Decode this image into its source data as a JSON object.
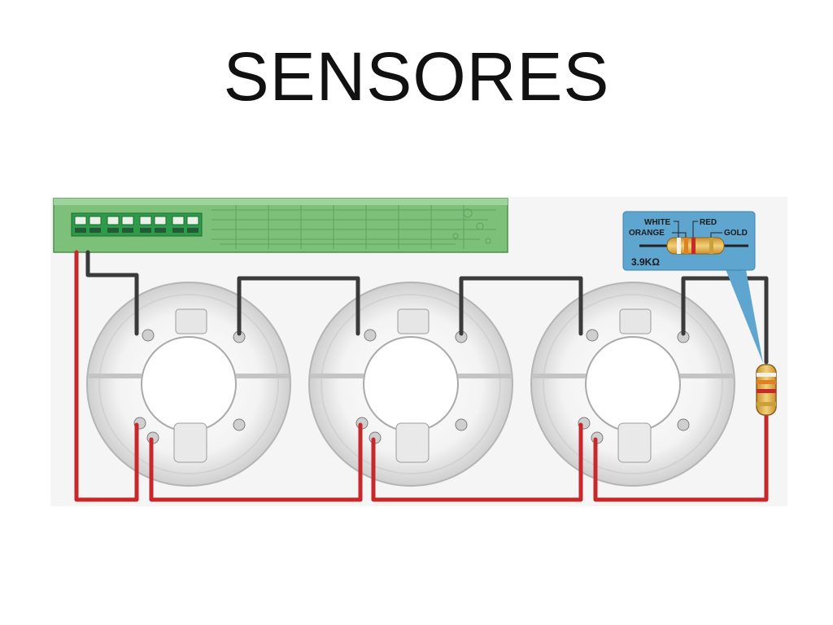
{
  "title": "SENSORES",
  "legend": {
    "white_label": "WHITE",
    "orange_label": "ORANGE",
    "red_label": "RED",
    "gold_label": "GOLD",
    "value_label": "3.9KΩ"
  },
  "colors": {
    "board": "#7cc07a",
    "wire_dark": "#3a3a3a",
    "wire_red": "#c8282a",
    "legend_bg": "#5ea6d0",
    "terminal": "#2e9a4a"
  },
  "detectors": [
    "detector-base-1",
    "detector-base-2",
    "detector-base-3"
  ]
}
